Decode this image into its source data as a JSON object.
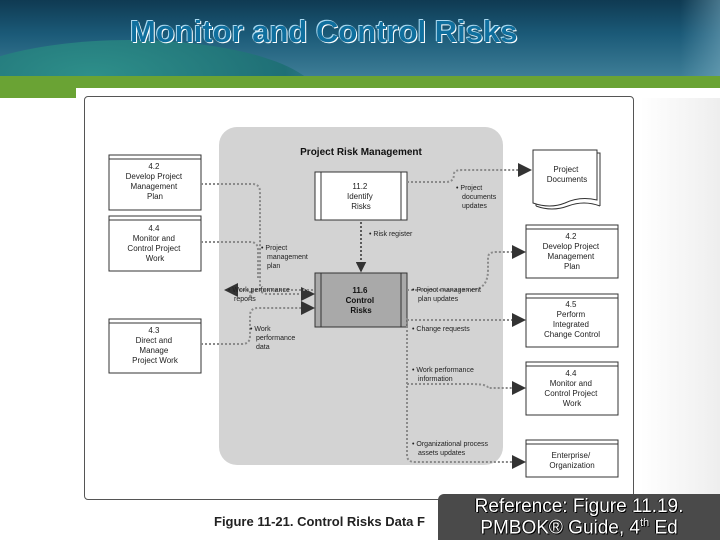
{
  "slide_title": "Monitor and Control Risks",
  "diagram": {
    "heading": "Project Risk Management",
    "process_identify": [
      "11.2",
      "Identify",
      "Risks"
    ],
    "process_control": [
      "11.6",
      "Control",
      "Risks"
    ],
    "inputs": [
      [
        "4.2",
        "Develop Project",
        "Management",
        "Plan"
      ],
      [
        "4.4",
        "Monitor and",
        "Control Project",
        "Work"
      ],
      [
        "4.3",
        "Direct and",
        "Manage",
        "Project Work"
      ]
    ],
    "outputs": [
      [
        "Project",
        "Documents"
      ],
      [
        "4.2",
        "Develop Project",
        "Management",
        "Plan"
      ],
      [
        "4.5",
        "Perform",
        "Integrated",
        "Change Control"
      ],
      [
        "4.4",
        "Monitor and",
        "Control Project",
        "Work"
      ],
      [
        "Enterprise/",
        "Organization"
      ]
    ],
    "labels": {
      "project_documents_updates": [
        "• Project",
        "documents",
        "updates"
      ],
      "risk_register": "• Risk register",
      "project_management_plan": [
        "• Project",
        "management",
        "plan"
      ],
      "work_performance_reports": [
        "• Work performance",
        "reports"
      ],
      "work_performance_data": [
        "• Work",
        "performance",
        "data"
      ],
      "pm_plan_updates": [
        "• Project management",
        "plan updates"
      ],
      "change_requests": "• Change requests",
      "work_performance_information": [
        "• Work performance",
        "information"
      ],
      "opa_updates": [
        "• Organizational process",
        "assets updates"
      ]
    }
  },
  "figure_caption": "Figure 11-21. Control Risks Data F",
  "reference": {
    "line1": "Reference: Figure 11.19.",
    "line2_prefix": "PMBOK® Guide, 4",
    "line2_sup": "th",
    "line2_suffix": " Ed"
  }
}
